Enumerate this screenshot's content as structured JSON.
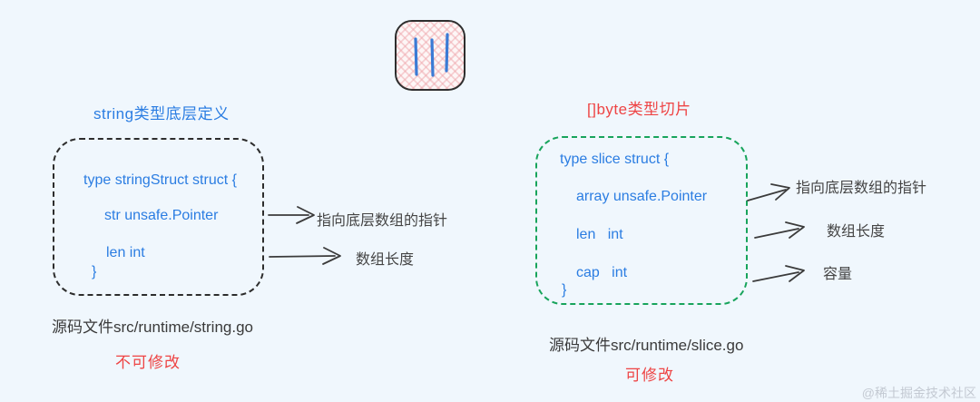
{
  "colors": {
    "background": "#f0f7fd",
    "code_blue": "#2b7de2",
    "accent_red": "#ee4444",
    "green_dash": "#18a45c",
    "black_dash": "#2d2d2d",
    "label_gray": "#454545",
    "arrow_stroke": "#3b3b3b",
    "watermark_gray": "#c3c9d2"
  },
  "icon": {
    "name": "three-strokes-sketch-icon"
  },
  "left": {
    "title": "string类型底层定义",
    "code": [
      "type stringStruct struct {",
      "str unsafe.Pointer",
      "len int",
      "}"
    ],
    "annotations": [
      "指向底层数组的指针",
      "数组长度"
    ],
    "source_file": "源码文件src/runtime/string.go",
    "mutability": "不可修改"
  },
  "right": {
    "title": "[]byte类型切片",
    "code": [
      "type slice struct {",
      "array unsafe.Pointer",
      "len   int",
      "cap   int",
      "}"
    ],
    "annotations": [
      "指向底层数组的指针",
      "数组长度",
      "容量"
    ],
    "source_file": "源码文件src/runtime/slice.go",
    "mutability": "可修改"
  },
  "watermark": "@稀土掘金技术社区"
}
